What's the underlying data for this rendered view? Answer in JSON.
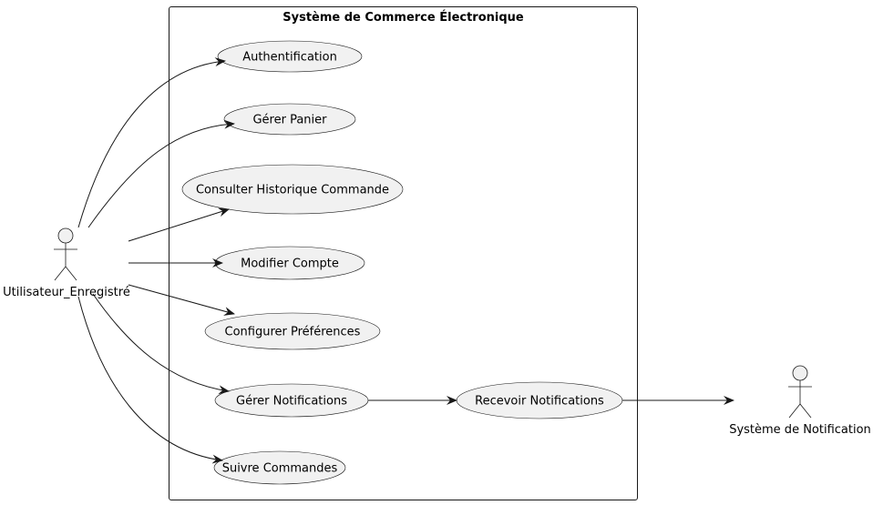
{
  "system": {
    "title": "Système de Commerce Électronique"
  },
  "actors": {
    "registered_user": "Utilisateur_Enregistré",
    "notification_system": "Système de Notification"
  },
  "use_cases": {
    "authentification": "Authentification",
    "gerer_panier": "Gérer Panier",
    "consulter_historique": "Consulter Historique Commande",
    "modifier_compte": "Modifier Compte",
    "configurer_preferences": "Configurer Préférences",
    "gerer_notifications": "Gérer Notifications",
    "recevoir_notifications": "Recevoir Notifications",
    "suivre_commandes": "Suivre Commandes"
  }
}
